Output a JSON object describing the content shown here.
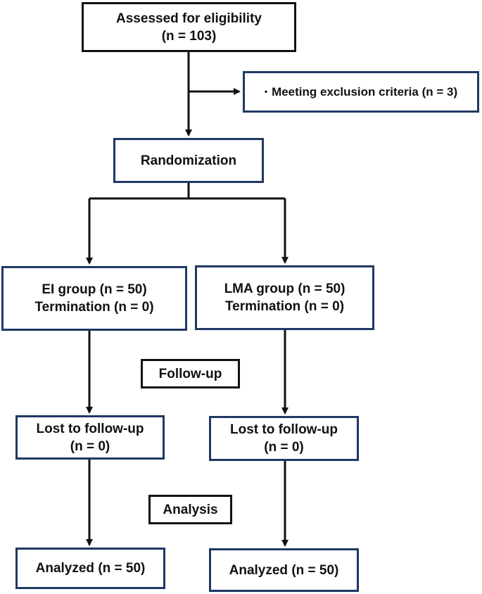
{
  "colors": {
    "box_border_primary": "#111111",
    "box_border_secondary": "#1f3864",
    "line": "#111111",
    "text": "#111111",
    "background": "#ffffff"
  },
  "nodes": {
    "assessed": {
      "line1": "Assessed for eligibility",
      "line2": "(n = 103)"
    },
    "exclusion": {
      "bullet": "•",
      "text": "Meeting exclusion criteria (n = 3)"
    },
    "randomization": {
      "text": "Randomization"
    },
    "ei_group": {
      "line1": "EI group (n = 50)",
      "line2": "Termination (n = 0)"
    },
    "lma_group": {
      "line1": "LMA group (n = 50)",
      "line2": "Termination (n = 0)"
    },
    "followup_stage": {
      "text": "Follow-up"
    },
    "ei_lost": {
      "line1": "Lost to follow-up",
      "line2": "(n = 0)"
    },
    "lma_lost": {
      "line1": "Lost to follow-up",
      "line2": "(n = 0)"
    },
    "analysis_stage": {
      "text": "Analysis"
    },
    "ei_analyzed": {
      "text": "Analyzed (n = 50)"
    },
    "lma_analyzed": {
      "text": "Analyzed (n = 50)"
    }
  }
}
